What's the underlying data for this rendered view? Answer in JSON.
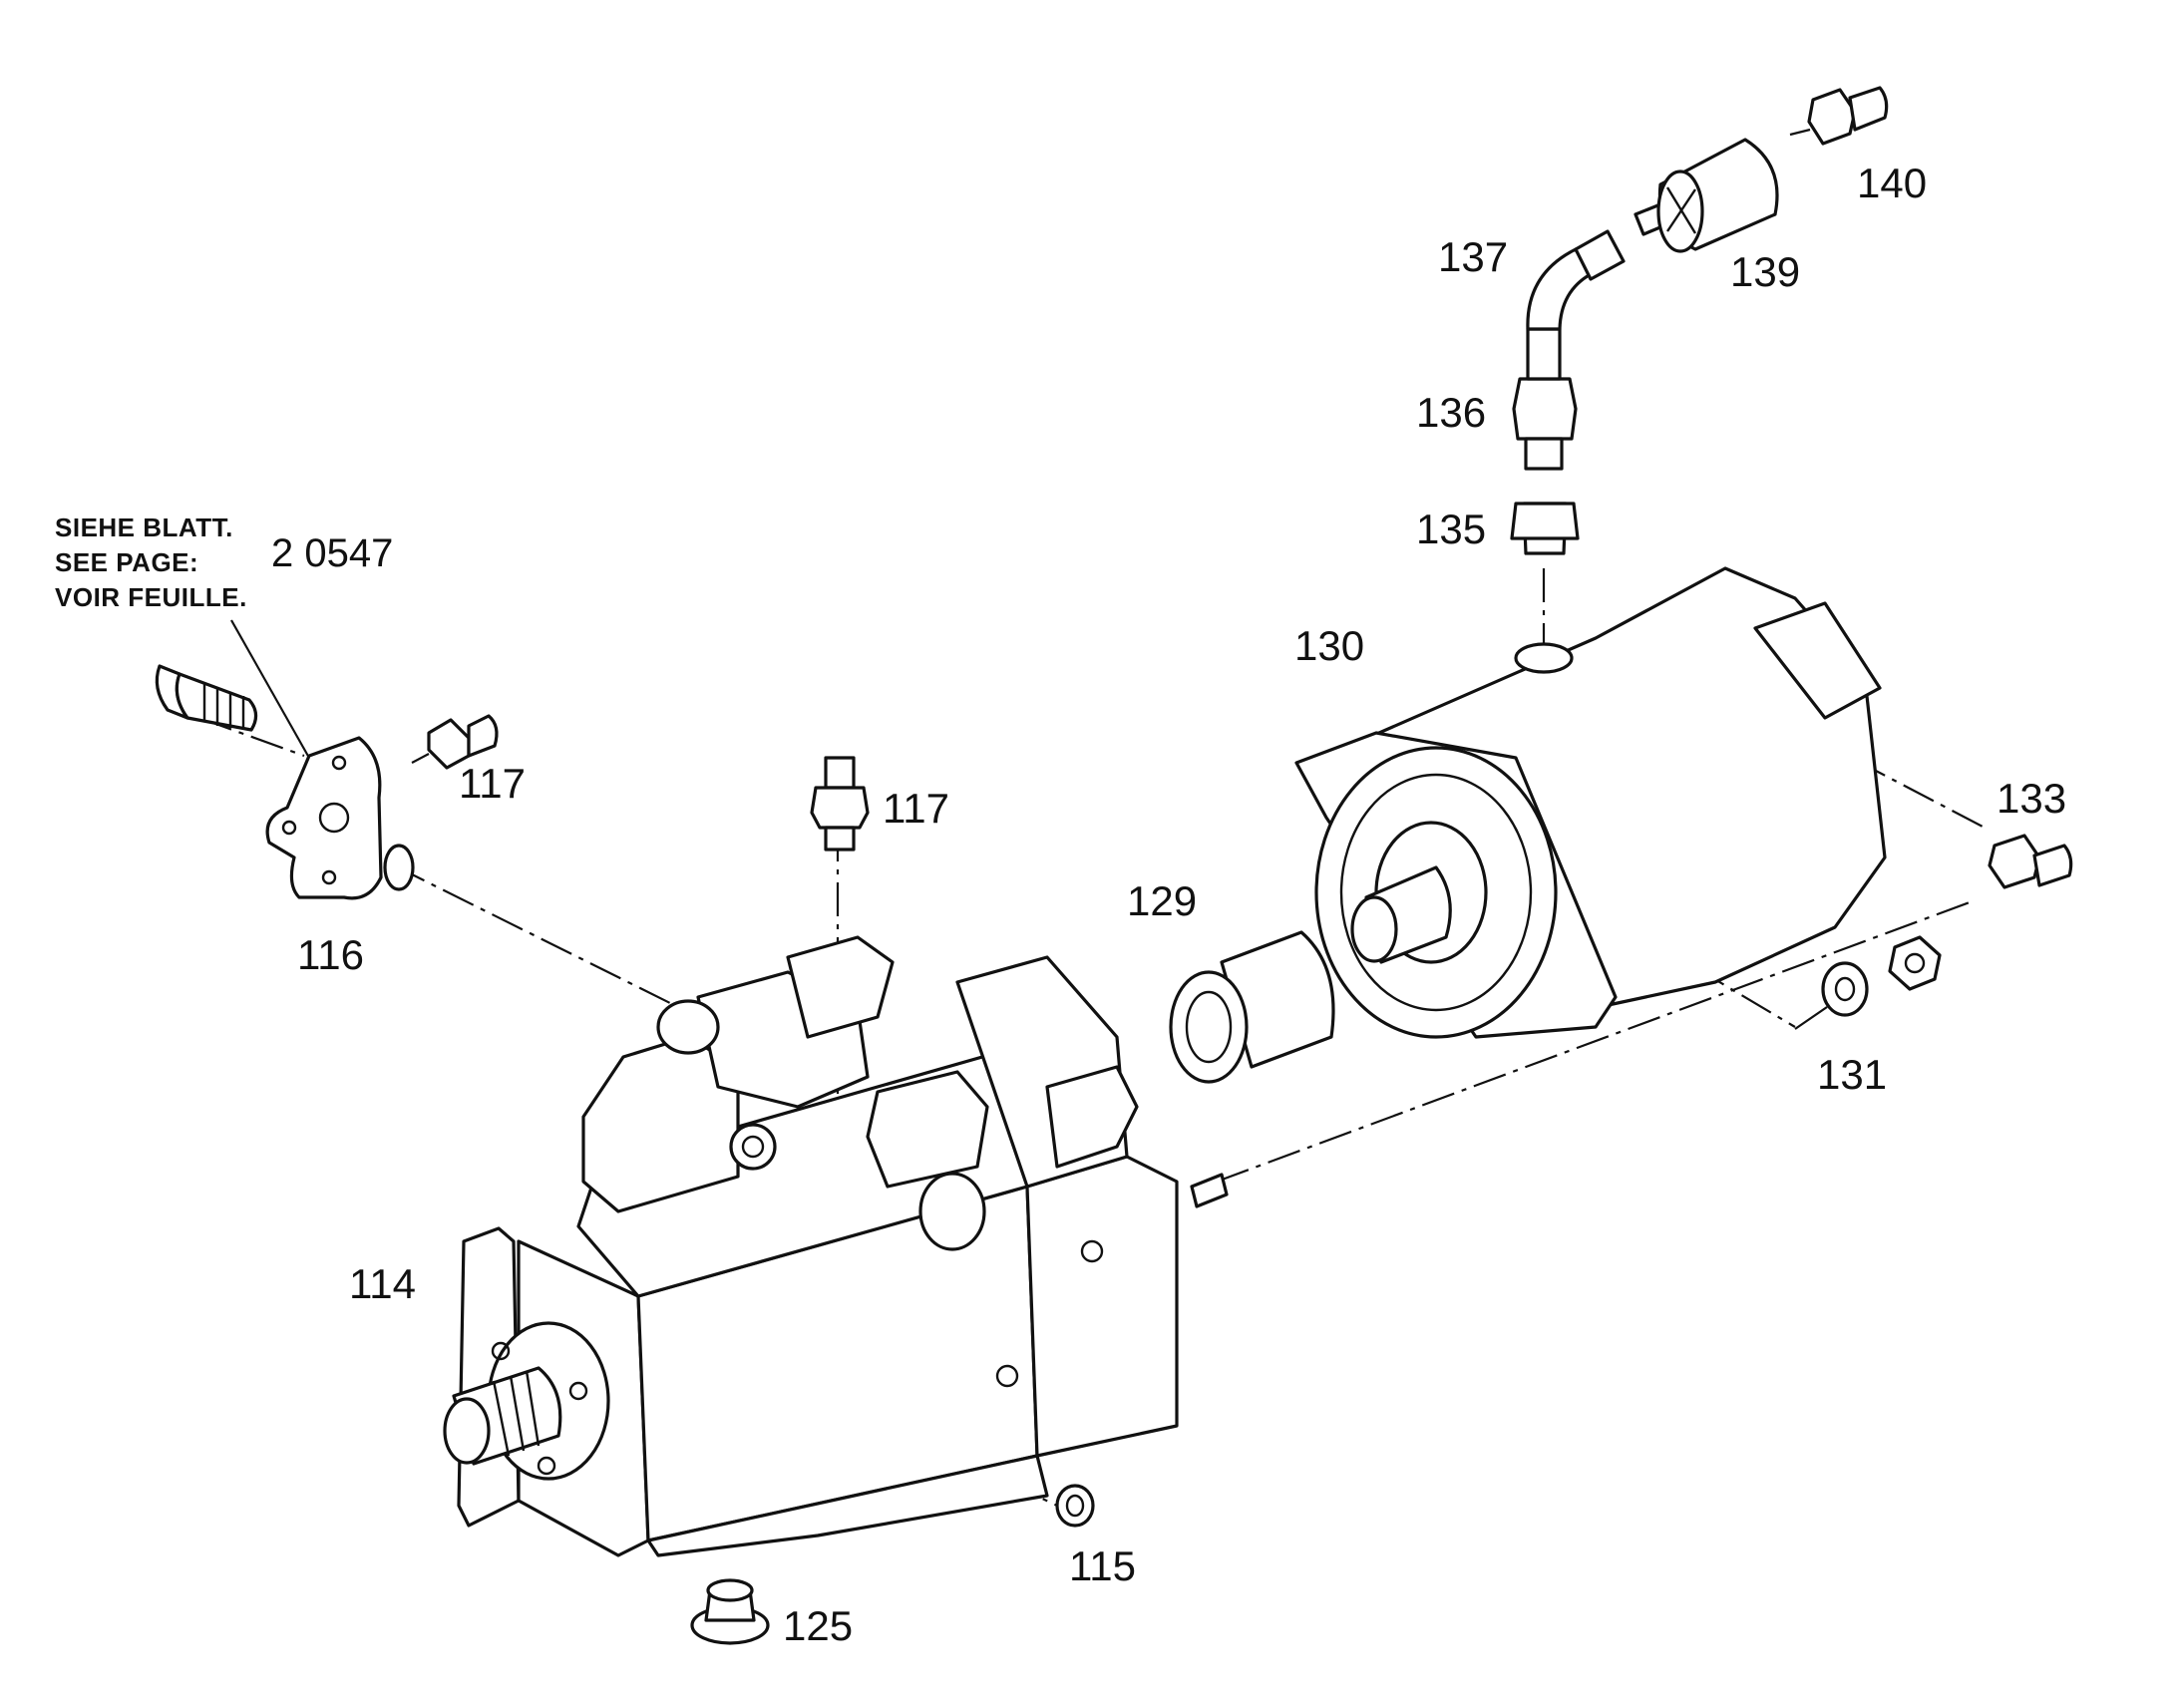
{
  "reference_note": {
    "lines": [
      "SIEHE BLATT.",
      "SEE PAGE:",
      "VOIR FEUILLE."
    ],
    "page_number": "2 0547"
  },
  "callouts": {
    "p114": "114",
    "p115": "115",
    "p116": "116",
    "p117a": "117",
    "p117b": "117",
    "p125": "125",
    "p129": "129",
    "p130": "130",
    "p131": "131",
    "p133": "133",
    "p135": "135",
    "p136": "136",
    "p137": "137",
    "p139": "139",
    "p140": "140"
  }
}
